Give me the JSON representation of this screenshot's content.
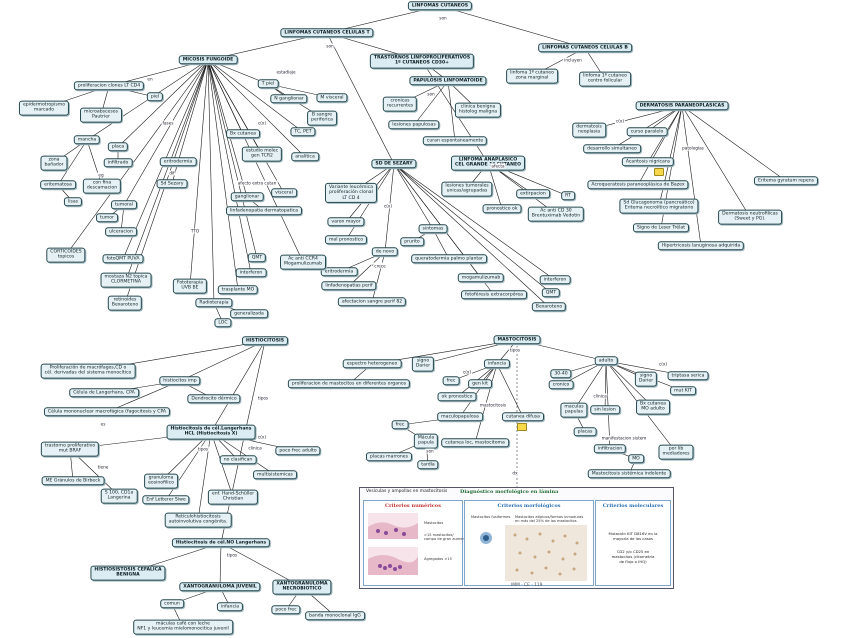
{
  "nodes": {
    "root": "LINFOMAS CUTANEOS",
    "linfT": "LINFOMAS CUTANEOS CELULAS T",
    "linfB": "LINFOMAS CUTANEOS CELULAS B",
    "micosis": "MICOSIS FUNGOIDE",
    "trastornos": "TRASTORNOS LINFOPROLIFERATIVOS\n1º CUTANEOS CD30+",
    "linfB1": "linfoma 1º cutaneo\nzona marginal",
    "linfB2": "linfoma 1º cutaneo\ncentro folicular",
    "prolif": "proliferacion clones LT CD4",
    "piel": "piel",
    "epidermo": "epidermotropismo\nmarcado",
    "microabs": "microabscesos\nPautrier",
    "tpiel": "T piel",
    "ngang": "N ganglionar",
    "mvisceral": "M visceral",
    "bsangre": "B sangre\nperiferica",
    "bxcut": "Bx cutanea",
    "tcr": "TC, PET",
    "estudio": "estudio molec\ngen TCR2",
    "analitica": "analitica",
    "papulosis": "PAPULOSIS LINFOMATOIDE",
    "cronicas": "cronicas\nrecurrentes",
    "clinica": "clinica benigna\nhistolog maligna",
    "lesiones": "lesiones papulosas",
    "curan": "curan espontaneamente",
    "linfana": "LINFOMA ANAPLASICO\nCEL GRANDE 1º CUTANEO",
    "lestum": "lesiones tumorales\nunicas/agrupadas",
    "pronostico": "pronostico ok",
    "extirp": "extirpacion",
    "rt": "RT",
    "acanti": "Ac anti CD 30\nBrentuximab Vedotin",
    "mancha": "mancha",
    "placa": "placa",
    "eritroder": "eritrodermia",
    "infiltrado": "infiltrado",
    "sdsezary_s": "Sd Sezary",
    "zona": "zona\nbañador",
    "atrofia": "con fina\ndescamacion",
    "eritematosa": "eritematosa",
    "lisas": "lisas",
    "tumoral": "tumoral",
    "tumor": "tumor",
    "ulceracion": "ulceracion",
    "afecto": "afecto extra cutan",
    "ganglionar": "ganglionar",
    "visceral": "visceral",
    "linfadenopatia": "linfadenopatia dermatopatica",
    "sdsezary": "SD DE SEZARY",
    "variante": "Variante leucémica\nproliferación clonal\nLT CD 4",
    "varon": "varon mayor",
    "malpron": "mal pronostico",
    "denovo": "de novo",
    "sintomas": "sintomas",
    "prurito": "prurito",
    "queratoder": "queratodermia palmo plantar",
    "eritrodermia2": "eritrodermia",
    "linfadenop": "linfadenopatias perif",
    "afeccion": "afectacion sangre perif 82",
    "mogamul": "mogamulizumab",
    "interferon": "interferon",
    "fotofer": "fotoféresis extracorpórea",
    "qmt": "QMT",
    "bexaroteno": "Bexaroteno",
    "corticoides": "CORTICOIDES\ntopicos",
    "fotoqmt": "fotoQMT PUVA",
    "mostaza": "mostaza N2 topica\nCLORMETINA",
    "retinoides": "retinoides\nBexaroteno",
    "fototerapia": "Fototerapia\nUVB BE",
    "radioterapia": "Radioterapia",
    "loc": "LOC",
    "generalizada": "generalizada",
    "trasplante": "trasplante MO",
    "qmt2": "QMT",
    "interferon2": "interferon",
    "accr4": "Ac anti CCR4\nMogamulizumab",
    "dermatosis": "DERMATOSIS PARANEOPLASICAS",
    "dermneo": "dermatosis\nneoplasia",
    "cursopar": "curso paralelo",
    "desarrollo": "desarrollo simultaneo",
    "acantosis": "Acantosis nigricans",
    "acroquer": "Acroqueratosis paraneoplásica de Bazex",
    "sdgluc": "Sd Glucagonoma (pancreático)\nEritema necrolítico migratorio",
    "signo": "Signo de Leser Trélat",
    "hipertri": "Hipertricosis lanuginosa adquirida",
    "eritgyr": "Eritema gyratum repens",
    "dermneut": "Dermatosis neutrofilicas\n(Sweet y PG).",
    "histiocitosis": "HISTIOCITOSIS",
    "prolifmac": "Proliferación de macrófagos,CD o\ncél. derivadas del sistema monocítico",
    "histimp": "histiocitos imp",
    "celulalang": "Célula de Langerhans, CPA",
    "dendrocito": "Dendrocito dérmico",
    "celulamono": "Célula mononuclear macrofágica (fagocitosis y CPA",
    "histcel": "Histiocitosis de cél.Langerhans\nHCL (Histiocitosis X)",
    "trastorno": "trastorno proliferativo\nmut BRAF",
    "me": "ME Gránulos de Birbeck",
    "s100": "S 100, CD1a\nLangerina",
    "noclas": "no clasifican",
    "multisis": "multisistemicas",
    "pocofrec": "poco frec adulto",
    "granuloma": "granuloma\neosinofilico",
    "letterer": "Enf Letterer Siwe",
    "hand": "enf. Hand-Schüller\nChristian",
    "reticulo": "Reticulohistiocitosis\nautoinvolutiva congénita.",
    "histnol": "Histiocitosis de cél.NO Langerhans",
    "histcef": "HISTIOSISTOSIS CEFALICA\nBENIGNA",
    "xanto": "XANTOGRANULOMA JUVENIL",
    "xantonec": "XANTOGRANULOMA\nNECROBIOTICO",
    "comun": "comun",
    "infancia": "infancia",
    "maculas": "máculas café con leche\nNF1 y leucemia mielomonocitica juvenil",
    "pocofrec2": "poco frec",
    "banda": "banda monoclonal IgG",
    "mastocitosis": "MASTOCITOSIS",
    "espectro": "espectro heterogeneo",
    "signodarier": "signo\nDarier",
    "prolifmast": "proliferacion de mastocitos en diferentes organos",
    "infancia2": "infancia",
    "frec": "frec",
    "genkit": "gen kit",
    "okpron": "ok pronostico",
    "macu": "maculopapulosa",
    "frec2": "frec",
    "macula": "Mácula\npapula",
    "placasmar": "placas marrones",
    "tardia": "tardía",
    "cutdifusa": "cutanea difusa",
    "cutloc": "cutanea loc, mastocitoma",
    "sec3040": "30-40",
    "cronico": "cronico",
    "adulto": "adulto",
    "maculaspap": "maculas\npapulas",
    "sinlesion": "sin lesion",
    "placas": "placas",
    "signodarier2": "signo\nDarier",
    "triptasa": "triptasa serica",
    "mutkit": "mut KIT",
    "bxcutmo": "Bx cutanea\nMO adulto",
    "infiltracion": "infiltracion",
    "porlib": "por lib\nmediadores",
    "mo": "MO",
    "mastsist": "Mastocitosis sistémica indolente",
    "manifest": "manifestacion\nsistem",
    "clinica2": "clinica"
  },
  "links": {
    "son": "son",
    "son2": "son",
    "incluyen": "incluyen",
    "en": "en",
    "estadiaje": "estadiaje",
    "fases": "fases",
    "ttto": "TTO",
    "cx": "c(x)",
    "c1": "c(x)",
    "son3": "son",
    "cursa": "cursa",
    "tipos": "tipos",
    "tipos2": "tipos",
    "tipos3": "tipos",
    "tipos4": "tipos",
    "tiene": "tiene",
    "clinica": "clinica",
    "son4": "son",
    "afecta": "afecta",
    "patologias": "patologías",
    "es": "es",
    "cx2": "c(x)",
    "cx3": "c(x)",
    "cx4": "c(x)",
    "cx5": "c(x)",
    "dif": "dif",
    "eg": "eg",
    "crece": "crece",
    "mastocitosis_label": "mastocitosis",
    "dx": "dx"
  },
  "panel": {
    "title": "Vesículas y ampollas en mastocitosis",
    "heading": "Diagnóstico morfológico en lámina",
    "col1": "Criterios numéricos",
    "col2": "Criterios morfológicos",
    "col3": "Criterios moleculares",
    "cap1a": "Mastocitos",
    "cap1b": ">15 mastocitos/\ncampo de gran aumento",
    "cap1c": "Agregados >15",
    "cap2a": "Mastocitos fusiformes",
    "cap2b": "Mastocitos atípicos/formas inmaduras\nen más del 25% de los mastocitos",
    "mol1": "Mutación KIT D816V en la\nmayoría de los casos",
    "mol2": "CD2 y/o CD25 en\nmastocitos (citometría\nde flujo o IHQ)",
    "foot": "IMM · CE · 119"
  },
  "colors": {
    "node_fill": "#e6f1f5",
    "node_border": "#26494f",
    "link": "#1b1b1b",
    "icon": "#f7d84a"
  }
}
